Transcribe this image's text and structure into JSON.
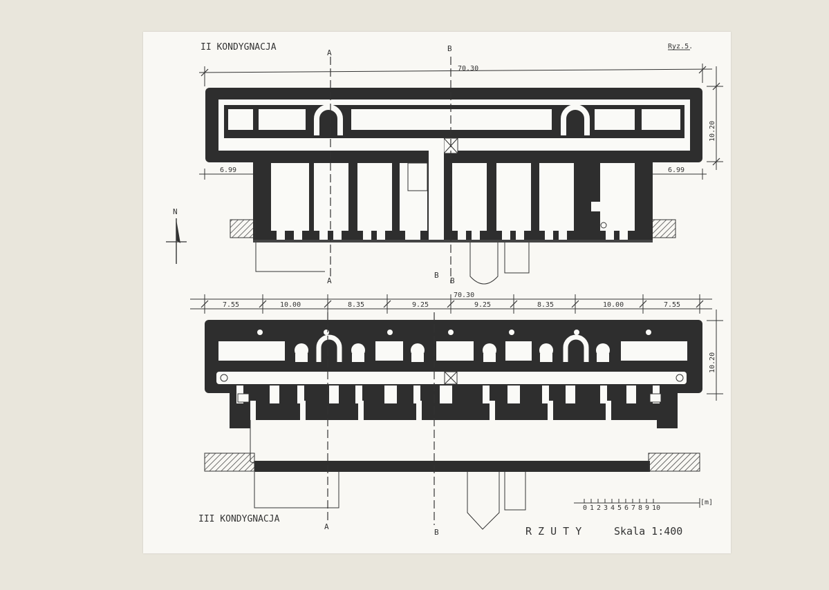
{
  "sheet": {
    "title_upper": "II KONDYGNACJA",
    "title_lower": "III KONDYGNACJA",
    "mark": "Ryz.5.",
    "caption": "R Z U T Y",
    "scale_label": "Skala 1:400",
    "north": "N",
    "scale_bar": {
      "unit": "[m]",
      "ticks": [
        "0",
        "1",
        "2",
        "3",
        "4",
        "5",
        "6",
        "7",
        "8",
        "9",
        "10"
      ]
    }
  },
  "upper_plan": {
    "section_a": "A",
    "section_b": "B",
    "overall_length": "70.30",
    "depth": "10.20",
    "left_wing": "6.99",
    "right_wing": "6.99"
  },
  "lower_plan": {
    "section_a": "A",
    "section_b": "B",
    "overall_length": "70.30",
    "depth": "10.20",
    "segments": [
      "7.55",
      "10.00",
      "8.35",
      "9.25",
      "9.25",
      "8.35",
      "10.00",
      "7.55"
    ]
  }
}
